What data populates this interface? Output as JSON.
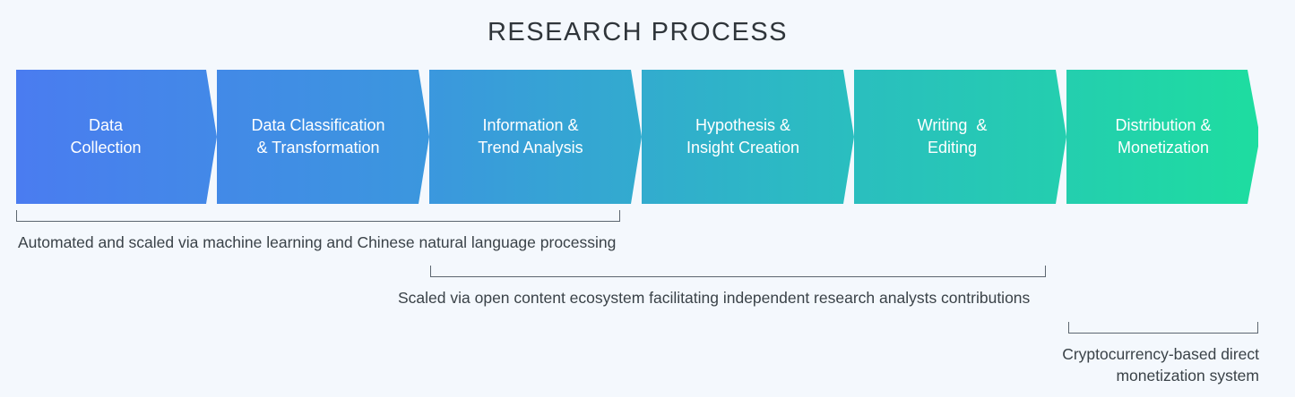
{
  "title": "RESEARCH PROCESS",
  "steps": [
    {
      "line1": "Data",
      "line2": "Collection"
    },
    {
      "line1": "Data Classification",
      "line2": "& Transformation"
    },
    {
      "line1": "Information &",
      "line2": "Trend Analysis"
    },
    {
      "line1": "Hypothesis &",
      "line2": "Insight Creation"
    },
    {
      "line1": "Writing  &",
      "line2": "Editing"
    },
    {
      "line1": "Distribution &",
      "line2": "Monetization"
    }
  ],
  "annotations": [
    {
      "text": "Automated and scaled via machine learning and Chinese natural language processing"
    },
    {
      "text": "Scaled via open content ecosystem facilitating independent research analysts contributions"
    },
    {
      "line1": "Cryptocurrency-based direct",
      "line2": "monetization system"
    }
  ],
  "colors": {
    "start": "#4a7cf0",
    "mid": "#2cb9c4",
    "end": "#1edda0",
    "background": "#f4f8fd"
  }
}
